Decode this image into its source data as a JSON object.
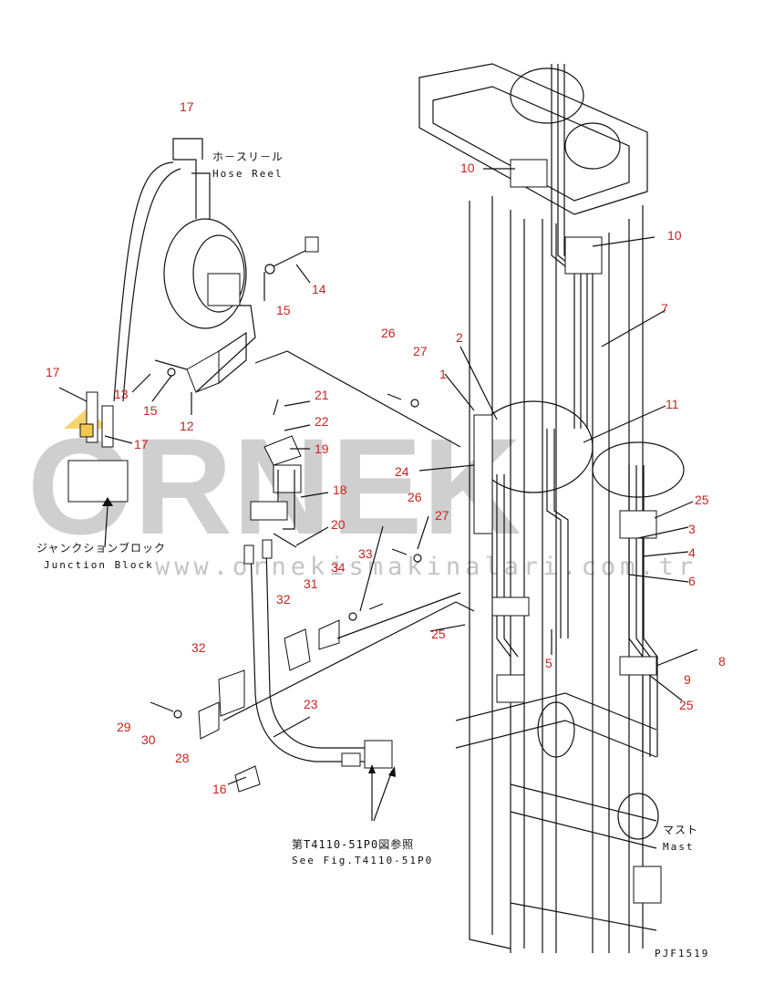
{
  "diagram": {
    "hose_reel_jp": "ホ－スリ－ル",
    "hose_reel_en": "Hose Reel",
    "junction_block_jp": "ジャンクションブロック",
    "junction_block_en": "Junction Block",
    "mast_jp": "マスト",
    "mast_en": "Mast",
    "see_fig_jp": "第T4110-51P0図参照",
    "see_fig_en": "See Fig.T4110-51P0",
    "drawing_code": "PJF1519",
    "watermark": "ORNEK",
    "watermark_url": "www.ornekismakinalari.com.tr",
    "callouts": [
      "17",
      "17",
      "17",
      "14",
      "15",
      "13",
      "15",
      "12",
      "21",
      "22",
      "19",
      "18",
      "20",
      "24",
      "26",
      "27",
      "26",
      "27",
      "2",
      "1",
      "10",
      "10",
      "7",
      "11",
      "25",
      "3",
      "4",
      "6",
      "25",
      "8",
      "9",
      "25",
      "33",
      "34",
      "31",
      "32",
      "32",
      "29",
      "30",
      "28",
      "23",
      "16",
      "5"
    ]
  },
  "colors": {
    "callout": "#c8241e",
    "line": "#111111",
    "watermark": "#cfcfcf",
    "watermark_accent": "#f2c94c"
  }
}
